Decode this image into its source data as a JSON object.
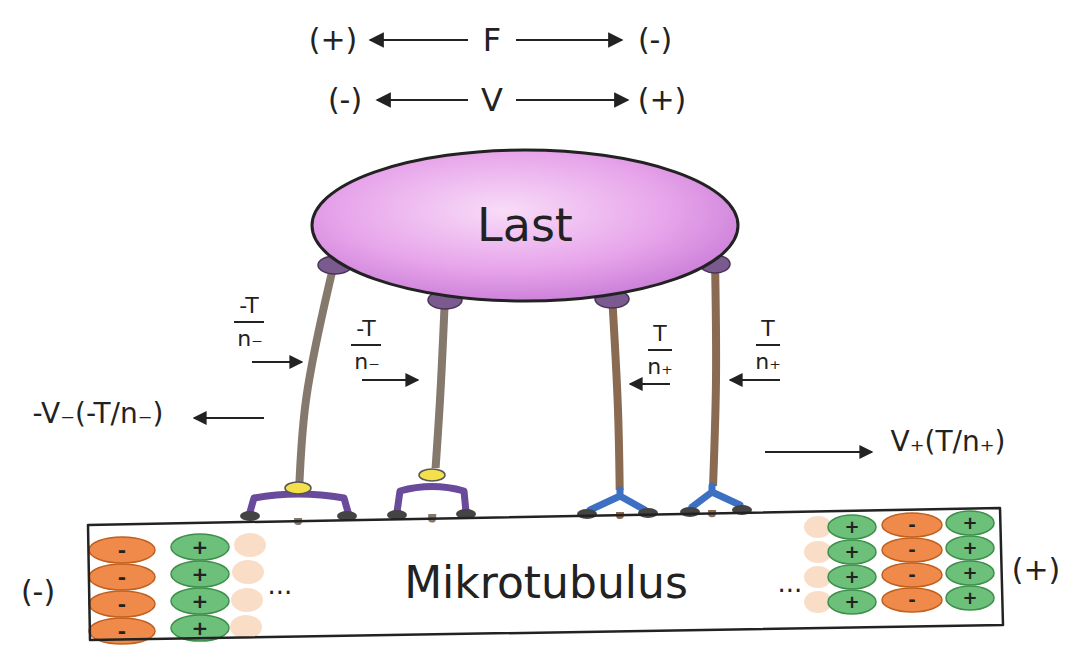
{
  "diagram": {
    "nodes": [
      {
        "text": [
          "Last"
        ]
      },
      {
        "text": [
          "Mikrotubulus"
        ]
      }
    ],
    "edges": [
      {
        "from": 0,
        "to": 1,
        "arrow": "none"
      },
      {
        "from": 0,
        "to": 1,
        "arrow": "none"
      },
      {
        "from": 0,
        "to": 1,
        "arrow": "none"
      },
      {
        "from": 0,
        "to": 1,
        "arrow": "none"
      }
    ],
    "labels": [
      "(+)",
      "F",
      "(-)",
      "(-)",
      "V",
      "(+)",
      "-T",
      "n₋",
      "-T",
      "n₋",
      "T",
      "n₊",
      "T",
      "n₊",
      "-V₋(-T/n₋)",
      "V₊(T/n₊)",
      "(-)",
      "-",
      "-",
      "-",
      "-",
      "+",
      "+",
      "+",
      "+",
      "+",
      "+",
      "+",
      "+",
      "-",
      "-",
      "-",
      "-",
      "+",
      "+",
      "+",
      "+",
      "...",
      "...",
      "(+)"
    ]
  }
}
